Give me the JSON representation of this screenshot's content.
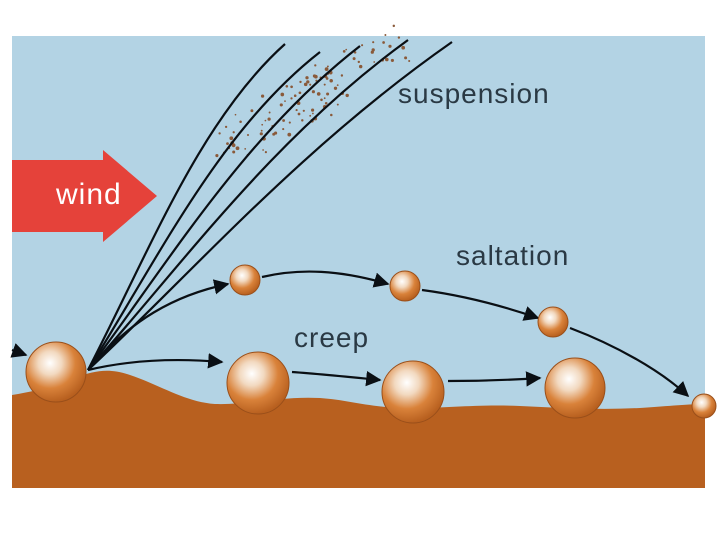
{
  "labels": {
    "suspension": "suspension",
    "saltation": "saltation",
    "creep": "creep",
    "wind": "wind"
  },
  "colors": {
    "sky": "#b3d3e4",
    "ground": "#b8601f",
    "grain": "#d9823a",
    "arrow": "#e5423a",
    "ink": "#0a0f14",
    "label": "#2a3944"
  }
}
